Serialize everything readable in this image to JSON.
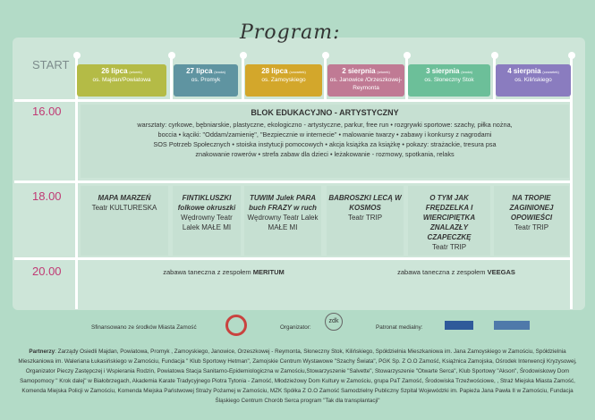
{
  "title": "Program:",
  "times": {
    "start": "START",
    "t1": "16.00",
    "t2": "18.00",
    "t3": "20.00"
  },
  "days": [
    {
      "date": "26 lipca",
      "weekday": "(wtorek)",
      "place": "os. Majdan/Powiatowa",
      "color": "#b4bb46"
    },
    {
      "date": "27 lipca",
      "weekday": "(środa)",
      "place": "os. Promyk",
      "color": "#5f94a1"
    },
    {
      "date": "28 lipca",
      "weekday": "(czwartek)",
      "place": "os. Zamoyskiego",
      "color": "#d3a72b"
    },
    {
      "date": "2 sierpnia",
      "weekday": "(wtorek)",
      "place": "os. Janowice /Orzeszkowej-Reymonta",
      "color": "#c07a94"
    },
    {
      "date": "3 sierpnia",
      "weekday": "(środa)",
      "place": "os. Słoneczny Stok",
      "color": "#6cbf99"
    },
    {
      "date": "4 sierpnia",
      "weekday": "(czwartek)",
      "place": "os. Kilińskiego",
      "color": "#8a7cbf"
    }
  ],
  "block": {
    "title": "BLOK EDUKACYJNO - ARTYSTYCZNY",
    "lines": [
      "warsztaty: cyrkowe, bębniarskie, plastyczne, ekologiczno - artystyczne, parkur, free run • rozgrywki sportowe: szachy, piłka nożna,",
      "boccia • kąciki: \"Oddam/zamienię\", \"Bezpiecznie w internecie\" • malowanie twarzy • zabawy i konkursy z nagrodami",
      "SOS Potrzeb Społecznych • stoiska instytucji pomocowych • akcja książka za książkę • pokazy: strażackie, tresura psa",
      "znakowanie rowerów • strefa zabaw dla dzieci • leżakowanie - rozmowy, spotkania, relaks"
    ]
  },
  "shows": [
    {
      "title": "MAPA MARZEŃ",
      "theatre": "Teatr KULTURESKA"
    },
    {
      "title": "FINTIKLUSZKI folkowe okruszki",
      "theatre": "Wędrowny Teatr Lalek MAŁE MI"
    },
    {
      "title": "TUWIM Julek PARA buch FRAZY w ruch",
      "theatre": "Wędrowny Teatr Lalek MAŁE MI"
    },
    {
      "title": "BABROSZKI LECĄ W KOSMOS",
      "theatre": "Teatr TRIP"
    },
    {
      "title": "O TYM JAK FRĘDZELKA I WIERCIPIĘTKA ZNALAZŁY CZAPECZKĘ",
      "theatre": "Teatr TRIP"
    },
    {
      "title": "NA TROPIE ZAGINIONEJ OPOWIEŚCI",
      "theatre": "Teatr TRIP"
    }
  ],
  "evening": [
    {
      "text": "zabawa taneczna z zespołem ",
      "band": "MERITUM"
    },
    {
      "text": "zabawa taneczna z zespołem ",
      "band": "VEEGAS"
    }
  ],
  "footer": {
    "funded": "Sfinansowano ze środków Miasta Zamość",
    "organizer": "Organizator:",
    "media": "Patronat medialny:",
    "organizer_logo": "zdk"
  },
  "partners": {
    "label": "Partnerzy",
    "text": ": Zarządy Osiedli Majdan, Powiatowa, Promyk , Zamoyskiego, Janowice, Orzeszkowej - Reymonta, Słoneczny Stok, Kilińskiego, Spółdzielnia Mieszkaniowa im. Jana Zamoyskiego w Zamościu, Spółdzielnia Mieszkaniowa im. Waleriana Łukasińskiego w Zamościu, Fundacja \" Klub Sportowy Hetman\", Zamojskie Centrum Wystawowe \"Szachy Świata\", PGK Sp. Z O.O Zamość, Książnica Zamojska, Ośrodek Interwencji Kryzysowej, Organizator Pieczy Zastępczej i Wspierania Rodzin, Powiatowa Stacja Sanitarno-Epidemiologiczna w Zamościu,Stowarzyszenie \"Salvette\", Stowarzyszenie \"Otwarte Serca\", Klub Sportowy \"Akson\", Środowiskowy Dom Samopomocy \" Krok dalej\" w Białobrzegach, Akademia Karate Tradycyjnego Piotra Tytonia - Zamość, Młodzieżowy Dom Kultury w Zamościu, grupa PaT Zamość, Środowiska Trzeźwościowe, , Straż Miejska Miasta Zamość, Komenda Miejska Policji w Zamościu, Komenda Miejska Państwowej Straży Pożarnej w Zamościu, MZK Spółka Z O.O Zamość Samodzielny Publiczny Szpital Wojewódzki im. Papieża Jana Pawła II w Zamościu, Fundacja Śląskiego Centrum Chorób Serca program \"Tak dla transplantacji\""
  }
}
